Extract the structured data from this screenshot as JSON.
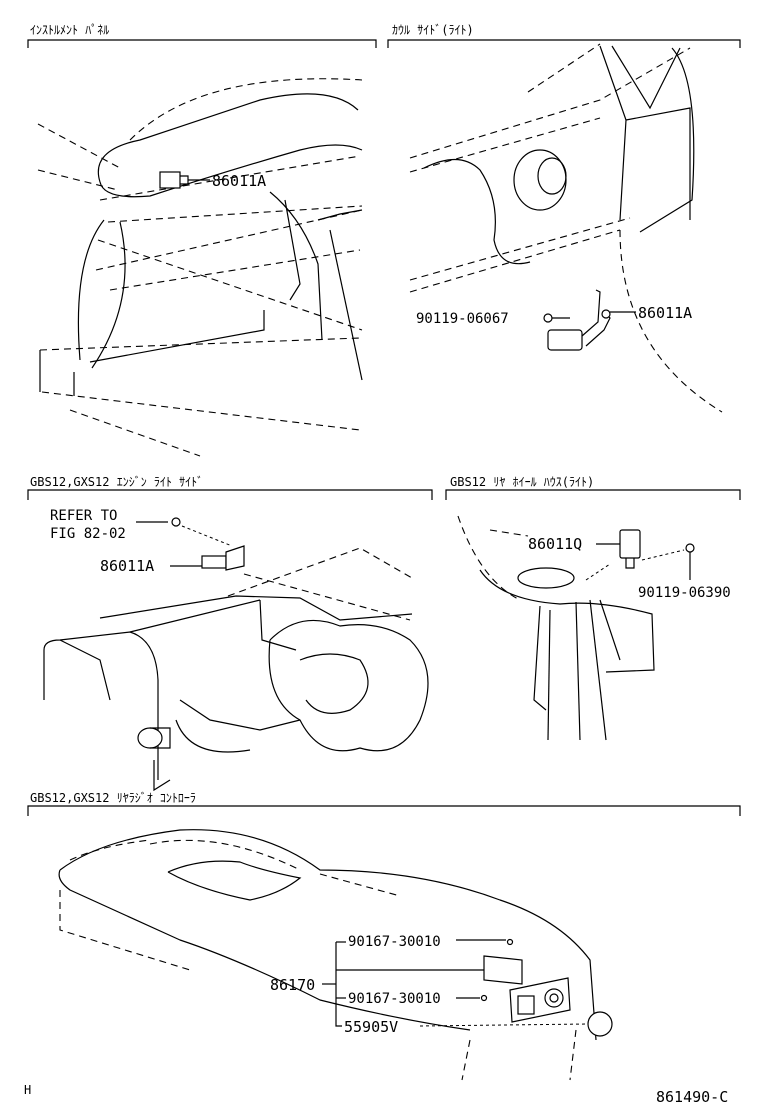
{
  "sections": {
    "instrument_panel": {
      "title": "ｲﾝｽﾄﾙﾒﾝﾄ ﾊﾟﾈﾙ"
    },
    "cowl_side": {
      "title": "ｶｳﾙ ｻｲﾄﾞ(ﾗｲﾄ)"
    },
    "engine_light": {
      "title": "GBS12,GXS12 ｴﾝｼﾞﾝ ﾗｲﾄ ｻｲﾄﾞ"
    },
    "rear_wheel_house": {
      "title": "GBS12 ﾘﾔ ﾎｲｰﾙ ﾊｳｽ(ﾗｲﾄ)"
    },
    "rear_radio_controller": {
      "title": "GBS12,GXS12 ﾘﾔﾗｼﾞｵ ｺﾝﾄﾛｰﾗ"
    }
  },
  "labels": {
    "ip_sensor": "86011A",
    "cowl_sensor": "86011A",
    "cowl_bolt": "90119-06067",
    "engine_refer_line1": "REFER TO",
    "engine_refer_line2": "FIG 82-02",
    "engine_sensor": "86011A",
    "rwh_sensor": "86011Q",
    "rwh_bolt": "90119-06390",
    "radio_screw_top": "90167-30010",
    "radio_assy": "86170",
    "radio_screw_bottom": "90167-30010",
    "radio_knob": "55905V"
  },
  "footer": {
    "left_mark": "H",
    "figure_number": "861490-C"
  }
}
